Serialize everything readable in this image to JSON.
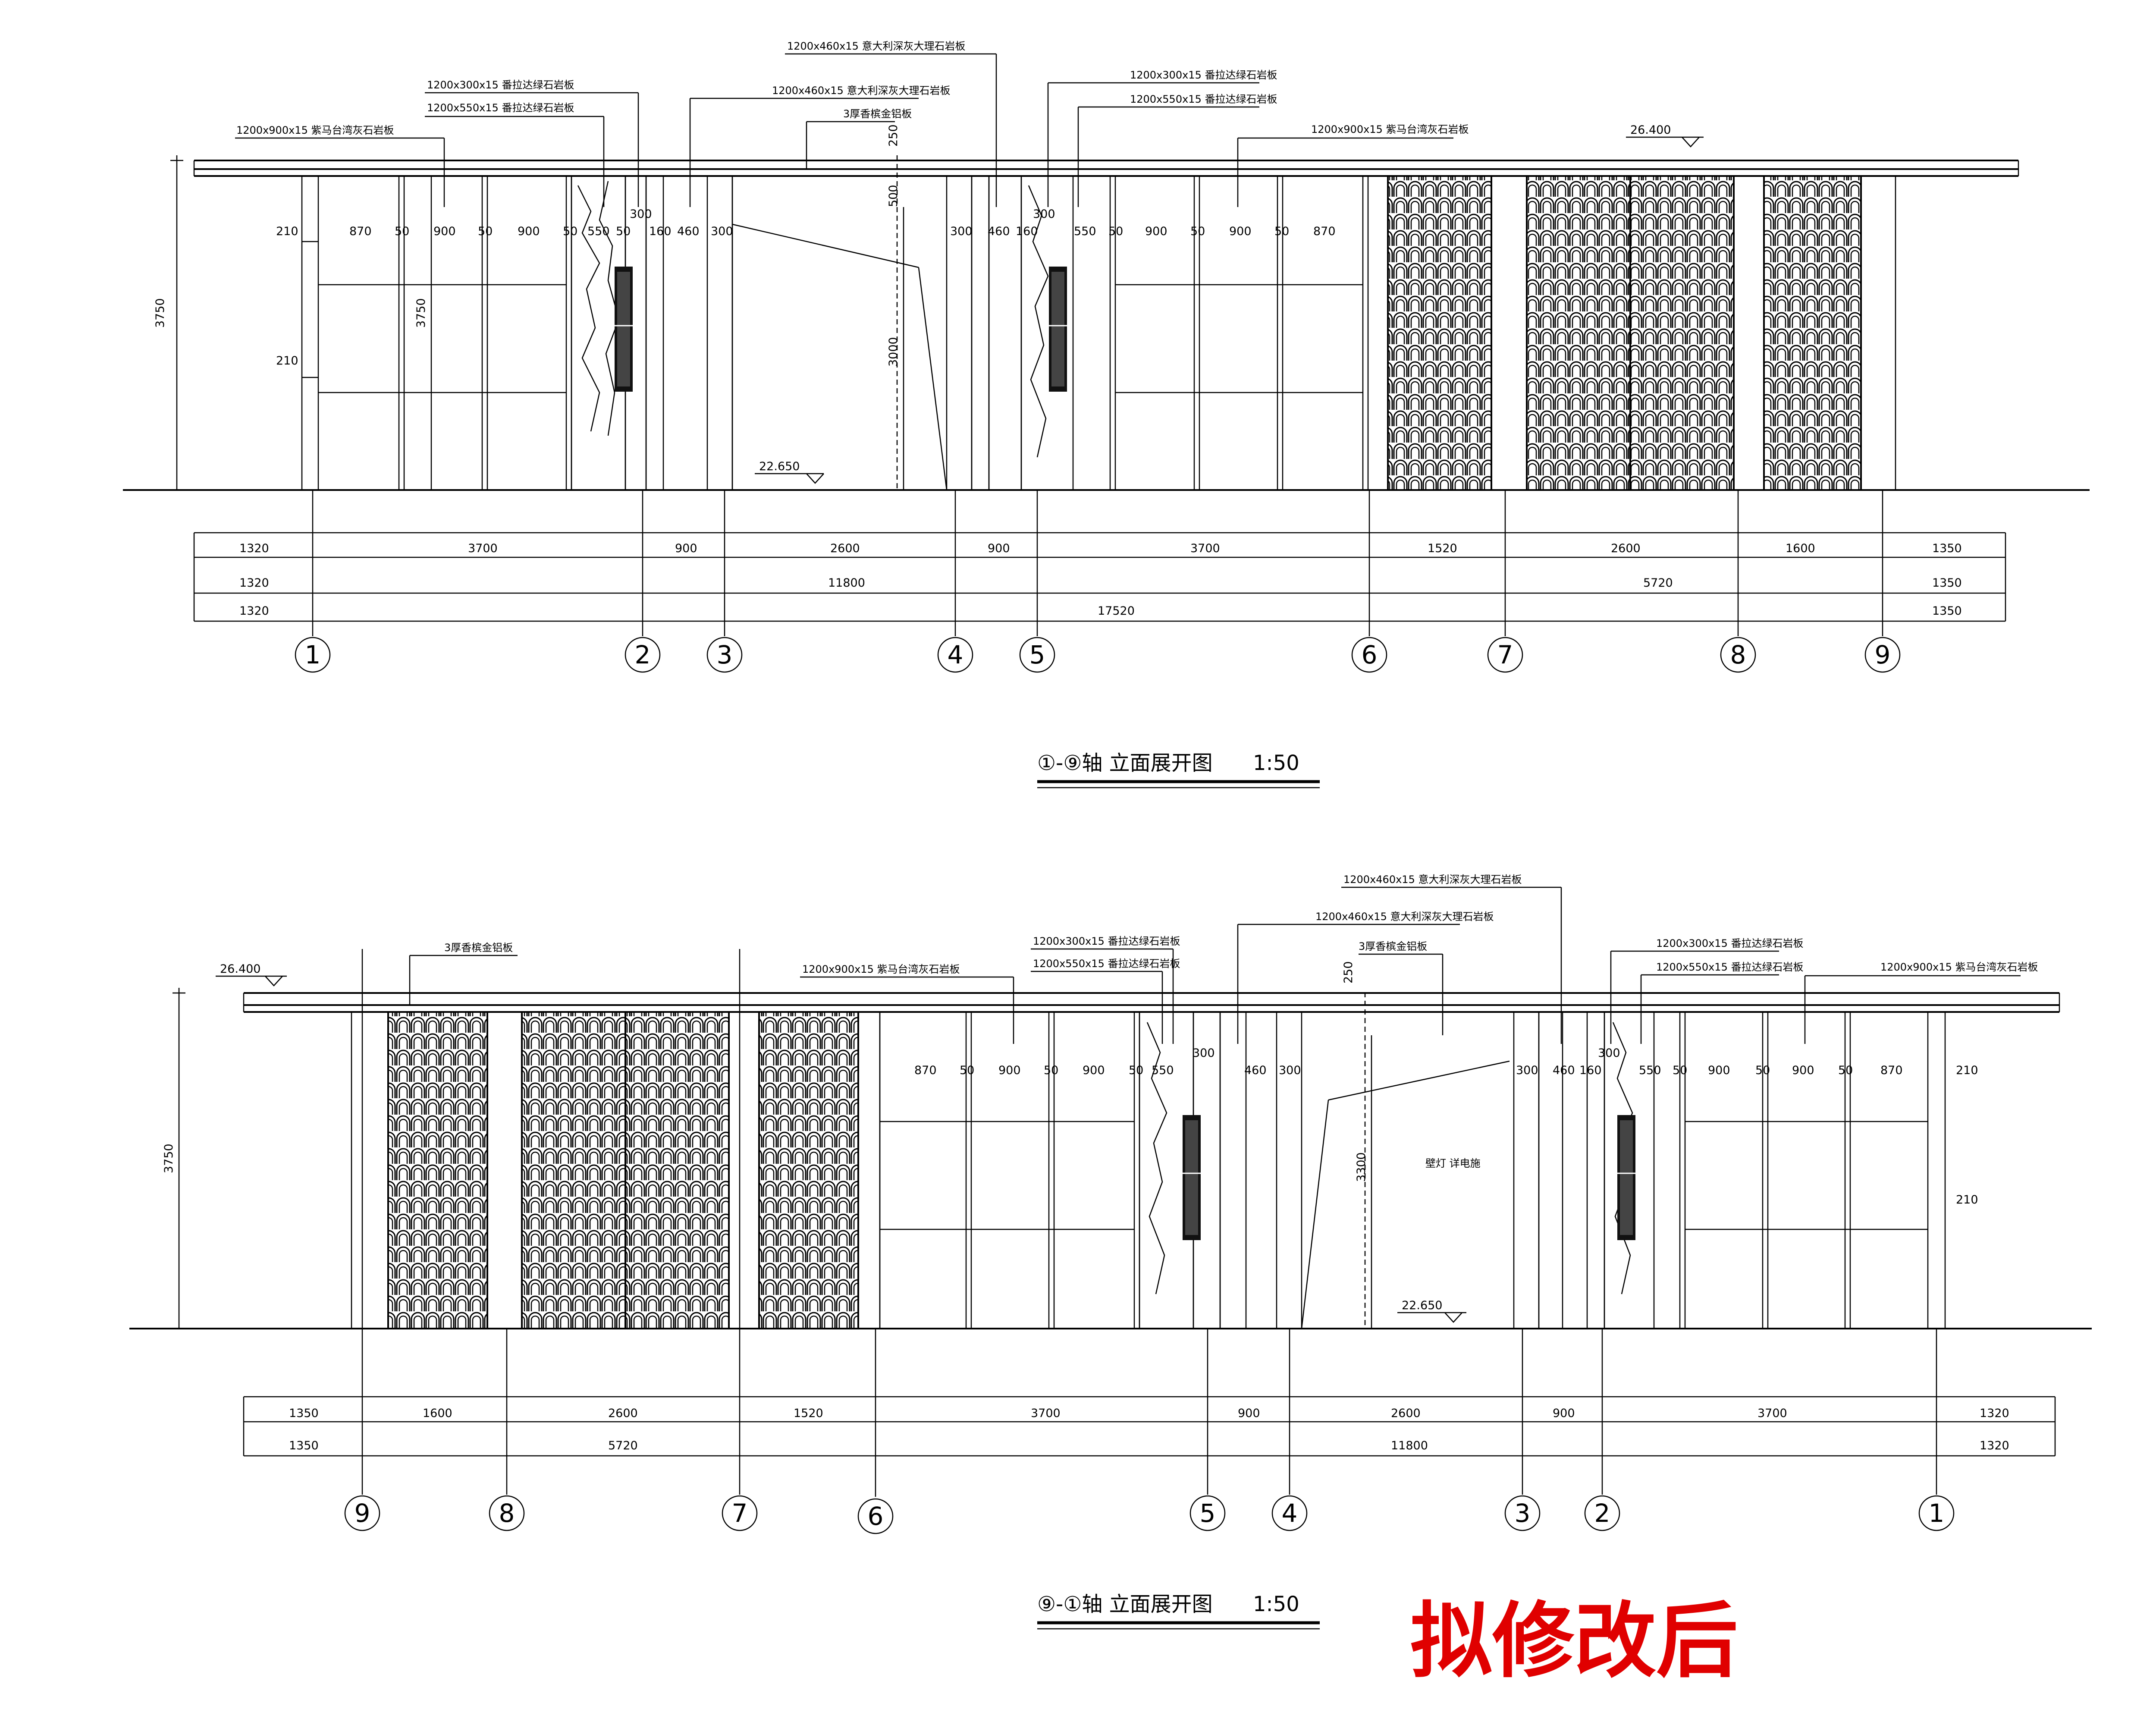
{
  "page_stamp": "拟修改后",
  "colors": {
    "line": "#000000",
    "stamp": "#e00000",
    "background": "#ffffff"
  },
  "elevation_a": {
    "title": "①-⑨轴 立面展开图",
    "scale": "1:50",
    "level_top": "26.400",
    "level_floor": "22.650",
    "height_dims": [
      "3750",
      "3750",
      "3000",
      "250",
      "500",
      "210",
      "210"
    ],
    "top_segments": [
      "210",
      "870",
      "50",
      "900",
      "50",
      "900",
      "50",
      "550",
      "50",
      "300",
      "160",
      "460",
      "300",
      "300",
      "460",
      "160",
      "300",
      "550",
      "50",
      "900",
      "50",
      "900",
      "50",
      "870"
    ],
    "callouts": [
      "1200x900x15 紫马台湾灰石岩板",
      "1200x300x15 番拉达绿石岩板",
      "1200x550x15 番拉达绿石岩板",
      "1200x460x15 意大利深灰大理石岩板",
      "1200x460x15 意大利深灰大理石岩板",
      "3厚香槟金铝板",
      "1200x300x15 番拉达绿石岩板",
      "1200x550x15 番拉达绿石岩板",
      "1200x900x15 紫马台湾灰石岩板"
    ],
    "dim_row1": [
      "1320",
      "3700",
      "900",
      "2600",
      "900",
      "3700",
      "1520",
      "2600",
      "1600",
      "1350"
    ],
    "dim_row2": [
      "1320",
      "11800",
      "5720",
      "1350"
    ],
    "dim_row3": [
      "1320",
      "17520",
      "1350"
    ],
    "axes": [
      "1",
      "2",
      "3",
      "4",
      "5",
      "6",
      "7",
      "8",
      "9"
    ]
  },
  "elevation_b": {
    "title": "⑨-①轴 立面展开图",
    "scale": "1:50",
    "level_top": "26.400",
    "level_floor": "22.650",
    "height_dims": [
      "3750",
      "3300",
      "250",
      "210",
      "210"
    ],
    "top_segments": [
      "870",
      "50",
      "900",
      "50",
      "900",
      "50",
      "550",
      "300",
      "460",
      "300",
      "300",
      "460",
      "160",
      "300",
      "550",
      "50",
      "900",
      "50",
      "900",
      "50",
      "870",
      "210"
    ],
    "callouts": [
      "3厚香槟金铝板",
      "1200x900x15 紫马台湾灰石岩板",
      "1200x300x15 番拉达绿石岩板",
      "1200x550x15 番拉达绿石岩板",
      "1200x460x15 意大利深灰大理石岩板",
      "1200x460x15 意大利深灰大理石岩板",
      "3厚香槟金铝板",
      "1200x300x15 番拉达绿石岩板",
      "1200x550x15 番拉达绿石岩板",
      "1200x900x15 紫马台湾灰石岩板"
    ],
    "note": "壁灯 详电施",
    "dim_row1": [
      "1350",
      "1600",
      "2600",
      "1520",
      "3700",
      "900",
      "2600",
      "900",
      "3700",
      "1320"
    ],
    "dim_row2": [
      "1350",
      "5720",
      "11800",
      "1320"
    ],
    "axes": [
      "9",
      "8",
      "7",
      "6",
      "5",
      "4",
      "3",
      "2",
      "1"
    ]
  }
}
